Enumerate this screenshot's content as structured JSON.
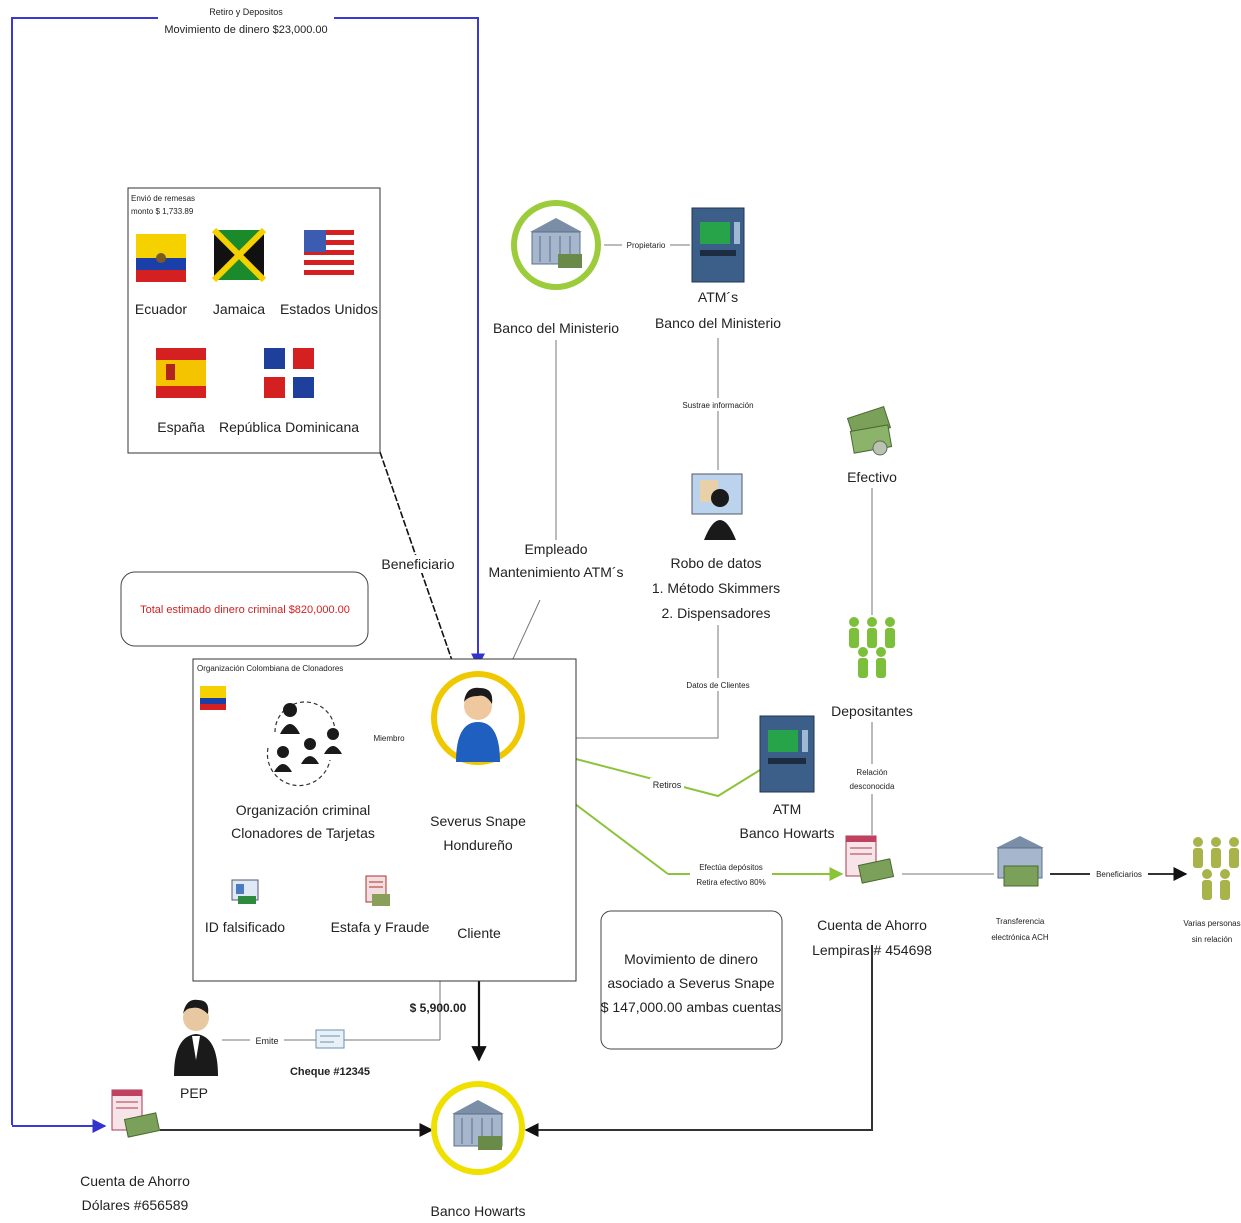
{
  "top_flow": {
    "line1": "Retiro y Depositos",
    "line2": "Movimiento de dinero $23,000.00"
  },
  "remittances": {
    "header_line1": "Envió de remesas",
    "header_line2": "monto $ 1,733.89",
    "countries": [
      "Ecuador",
      "Jamaica",
      "Estados Unidos",
      "España",
      "República Dominicana"
    ]
  },
  "estimate": {
    "text": "Total estimado dinero criminal $820,000.00"
  },
  "organization": {
    "header": "Organización Colombiana de Clonadores",
    "title_line1": "Organización criminal",
    "title_line2": "Clonadores de Tarjetas",
    "member_edge": "Miembro",
    "fake_id": "ID falsificado",
    "fraud": "Estafa y Fraude"
  },
  "bank_ministry": {
    "label": "Banco del Ministerio"
  },
  "atm_ministry": {
    "line1": "ATM´s",
    "line2": "Banco del Ministerio"
  },
  "owner_edge": "Propietario",
  "info_edge": "Sustrae información",
  "data_theft": {
    "line1": "Robo de datos",
    "line2": "1. Método Skimmers",
    "line3": "2. Dispensadores"
  },
  "client_data_edge": "Datos de Clientes",
  "employee_edge": {
    "line1": "Empleado",
    "line2": "Mantenimiento ATM´s"
  },
  "beneficiary_edge": "Beneficiario",
  "severus": {
    "line1": "Severus Snape",
    "line2": "Hondureño"
  },
  "client_edge": "Cliente",
  "amount_5900": "$ 5,900.00",
  "pep": {
    "label": "PEP",
    "edge": "Emite",
    "check": "Cheque #12345"
  },
  "bank_howarts": {
    "label": "Banco Howarts"
  },
  "atm_howarts": {
    "line1": "ATM",
    "line2": "Banco Howarts"
  },
  "withdraw_edge": "Retiros",
  "deposits_edge": {
    "line1": "Efectúa depósitos",
    "line2": "Retira efectivo 80%"
  },
  "cash": {
    "label": "Efectivo"
  },
  "depositors": {
    "label": "Depositantes"
  },
  "relation_edge": {
    "line1": "Relación",
    "line2": "desconocida"
  },
  "account_lempiras": {
    "line1": "Cuenta de Ahorro",
    "line2": "Lempiras # 454698"
  },
  "account_dollars": {
    "line1": "Cuenta de Ahorro",
    "line2": "Dólares #656589"
  },
  "ach": {
    "line1": "Transferencia",
    "line2": "electrónica ACH"
  },
  "beneficiaries_edge": "Beneficiarios",
  "people_no_relation": {
    "line1": "Varias personas",
    "line2": "sin relación"
  },
  "money_movement": {
    "line1": "Movimiento de dinero",
    "line2": "asociado a Severus Snape",
    "line3": "$ 147,000.00 ambas cuentas"
  }
}
